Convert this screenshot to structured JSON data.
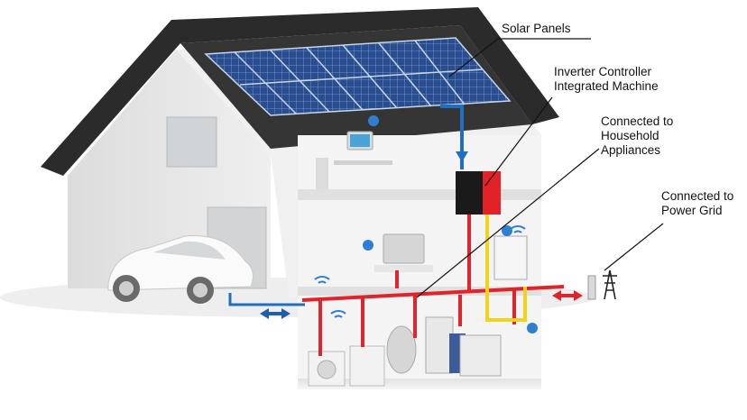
{
  "labels": {
    "solar_panels": "Solar Panels",
    "inverter": [
      "Inverter Controller",
      "Integrated Machine"
    ],
    "appliances": [
      "Connected to",
      "Household",
      "Appliances"
    ],
    "grid": [
      "Connected to",
      "Power Grid"
    ]
  },
  "colors": {
    "dc_line": "#1f6fc0",
    "ac_line": "#e0242b",
    "battery_line": "#f2d21a",
    "panel": "#2a4d8f",
    "roof": "#2b2b2b",
    "wall": "#e9e9e9",
    "inverter_body": "#1a1a1a",
    "inverter_accent": "#e32227"
  },
  "icons": [
    "wifi-icon",
    "bidirectional-arrow-icon",
    "power-pylon-icon",
    "down-arrow-icon"
  ]
}
